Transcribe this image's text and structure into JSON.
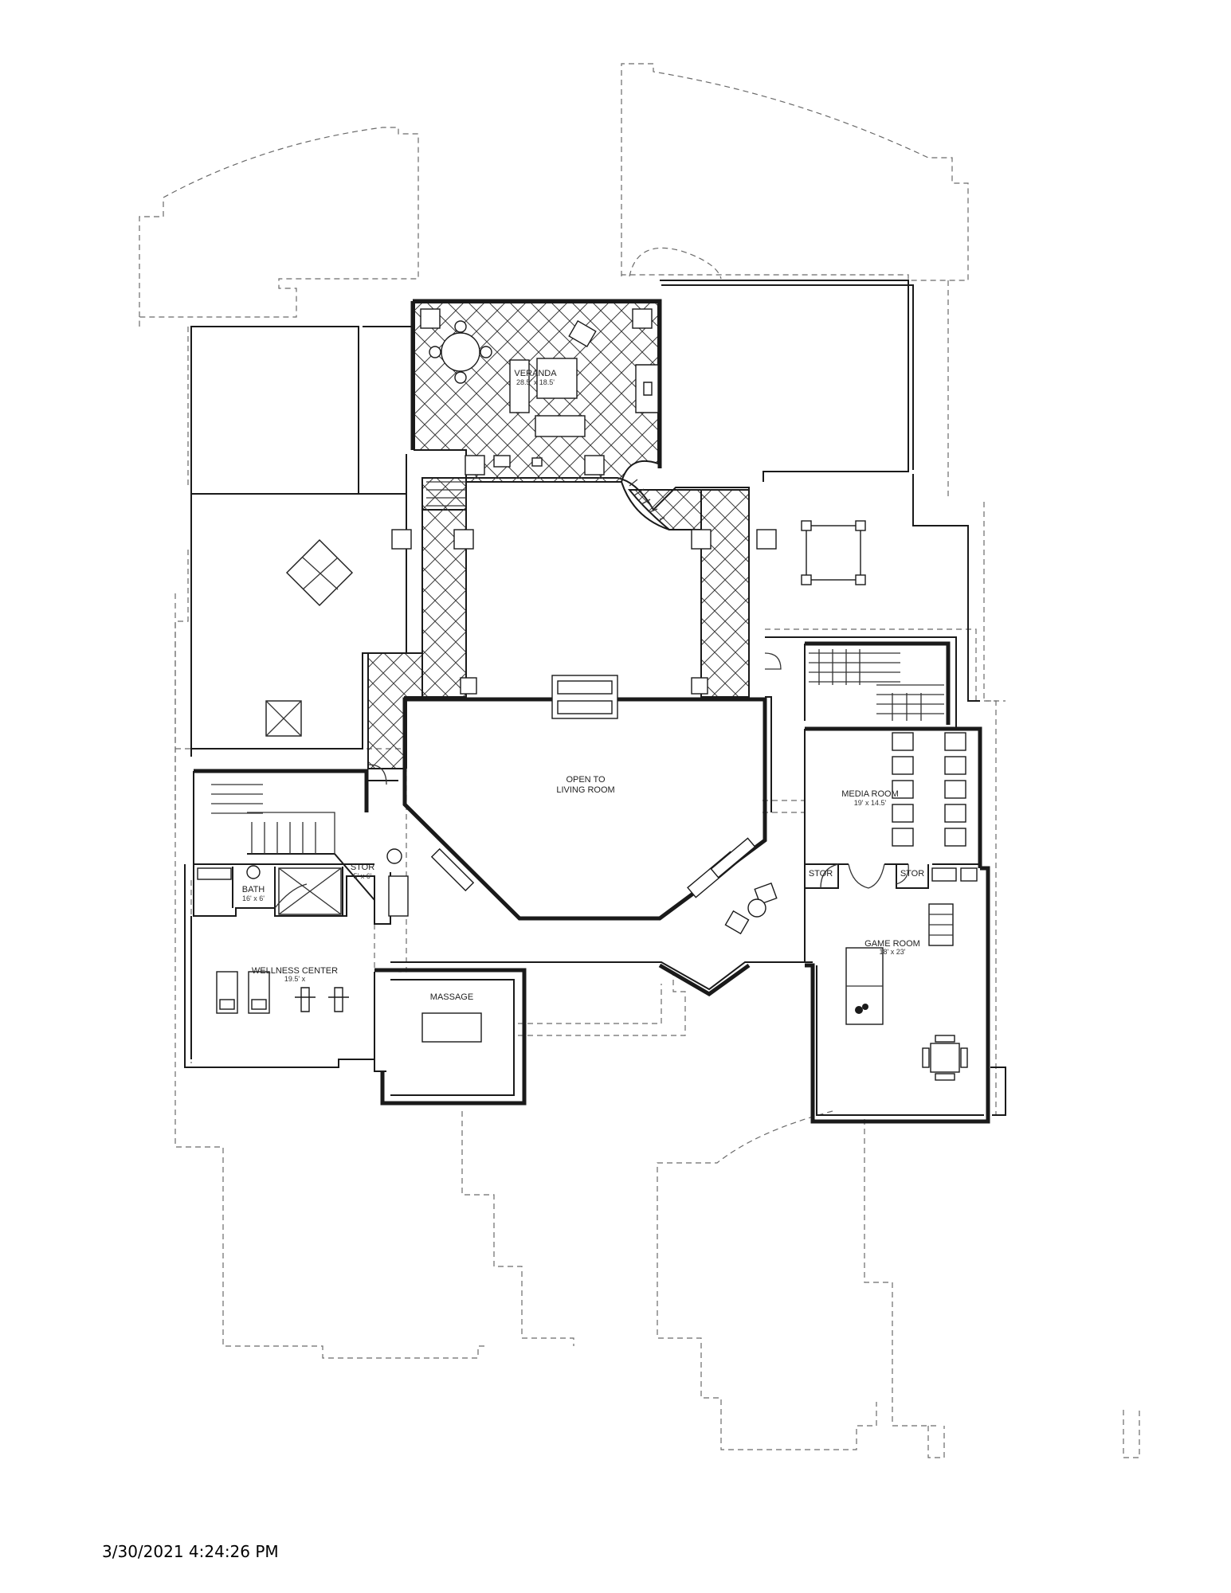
{
  "rooms": {
    "veranda": {
      "name": "VERANDA",
      "dims": "28.5' x 18.5'"
    },
    "open_to_living": {
      "line1": "OPEN TO",
      "line2": "LIVING ROOM"
    },
    "media_room": {
      "name": "MEDIA ROOM",
      "dims": "19' x 14.5'"
    },
    "stor_media_left": {
      "name": "STOR"
    },
    "stor_media_right": {
      "name": "STOR"
    },
    "game_room": {
      "name": "GAME ROOM",
      "dims": "18' x 23'"
    },
    "bath": {
      "name": "BATH",
      "dims": "16' x 6'"
    },
    "stor_bath": {
      "name": "STOR",
      "dims": "5' x 6'"
    },
    "wellness_center": {
      "name": "WELLNESS CENTER",
      "dims": "19.5' x"
    },
    "massage": {
      "name": "MASSAGE"
    }
  },
  "footer": {
    "timestamp": "3/30/2021 4:24:26 PM"
  },
  "colors": {
    "line": "#1a1a1a",
    "dashed": "#6a6a6a",
    "background": "#ffffff"
  }
}
